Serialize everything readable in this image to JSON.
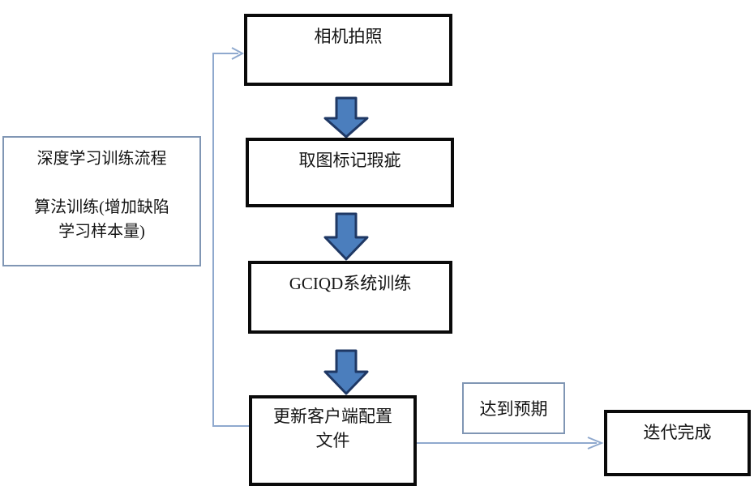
{
  "diagram": {
    "note": {
      "lines": [
        "深度学习训练流程",
        "",
        "算法训练(增加缺陷",
        "学习样本量)"
      ]
    },
    "nodes": {
      "camera": {
        "label": "相机拍照"
      },
      "mark": {
        "label": "取图标记瑕疵"
      },
      "train": {
        "label": "GCIQD系统训练"
      },
      "update": {
        "lines": [
          "更新客户端配置",
          "文件"
        ]
      },
      "done": {
        "label": "迭代完成"
      }
    },
    "edge_label": {
      "label": "达到预期"
    },
    "colors": {
      "node_border": "#0a0a0a",
      "note_border": "#8096B4",
      "connector": "#8FA9CE",
      "block_arrow_fill": "#4B7EBD",
      "block_arrow_stroke": "#1F3864",
      "background": "#ffffff"
    }
  }
}
